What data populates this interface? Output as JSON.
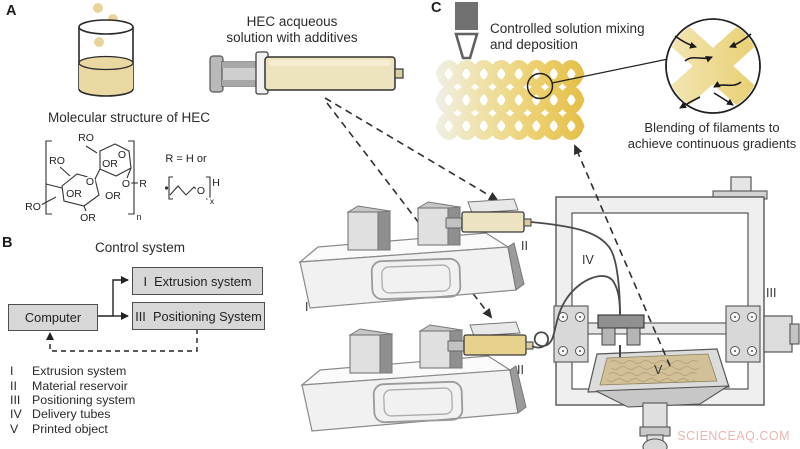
{
  "figure": {
    "panel_a_label": "A",
    "panel_b_label": "B",
    "panel_c_label": "C"
  },
  "panelA": {
    "syringe_caption_line1": "HEC acqueous",
    "syringe_caption_line2": "solution with additives",
    "molecule_title": "Molecular structure of HEC",
    "molecule_labels": [
      "RO",
      "RO",
      "OR",
      "O",
      "O",
      "O",
      "R",
      "OR",
      "OR",
      "RO",
      "OR",
      "n",
      "R = H or",
      "O",
      "H",
      "x"
    ]
  },
  "panelB": {
    "title": "Control system",
    "computer_label": "Computer",
    "extrusion_label": "I  Extrusion system",
    "positioning_label": "III  Positioning System"
  },
  "panelC": {
    "caption_line1": "Controlled solution mixing",
    "caption_line2": "and deposition",
    "blend_caption_line1": "Blending of filaments to",
    "blend_caption_line2": "achieve continuous gradients"
  },
  "apparatus_labels": {
    "extrusion_pump": "I",
    "reservoir_top": "II",
    "reservoir_bottom": "II",
    "positioning": "III",
    "delivery_tubes": "IV",
    "printed_object": "V"
  },
  "legend": {
    "items": [
      {
        "numeral": "I",
        "label": "Extrusion system"
      },
      {
        "numeral": "II",
        "label": "Material reservoir"
      },
      {
        "numeral": "III",
        "label": "Positioning system"
      },
      {
        "numeral": "IV",
        "label": "Delivery tubes"
      },
      {
        "numeral": "V",
        "label": "Printed object"
      }
    ]
  },
  "watermark": "SCIENCEAQ.COM",
  "colors": {
    "hec_solution": "#e9d8a1",
    "syringe_barrel": "#ece3c2",
    "filament_gold": "#e5c04b",
    "flowchart_box": "#d7d7d7",
    "watermark_pink": "#eab7b0"
  }
}
